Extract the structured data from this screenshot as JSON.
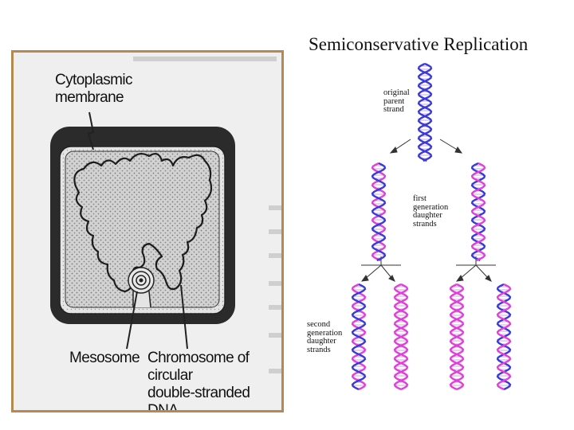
{
  "cell_diagram": {
    "membrane_label_line1": "Cytoplasmic",
    "membrane_label_line2": "membrane",
    "mesosome_label": "Mesosome",
    "chromosome_label_line1": "Chromosome of circular",
    "chromosome_label_line2": "double-stranded DNA",
    "frame_color": "#b58a52"
  },
  "replication_diagram": {
    "title": "Semiconservative Replication",
    "original_label_line1": "original",
    "original_label_line2": "parent",
    "original_label_line3": "strand",
    "first_gen_label_line1": "first",
    "first_gen_label_line2": "generation",
    "first_gen_label_line3": "daughter",
    "first_gen_label_line4": "strands",
    "second_gen_label_line1": "second",
    "second_gen_label_line2": "generation",
    "second_gen_label_line3": "daughter",
    "second_gen_label_line4": "strands",
    "parent_strand_color": "#3a3ad8",
    "daughter_strand_color": "#e040d8"
  }
}
